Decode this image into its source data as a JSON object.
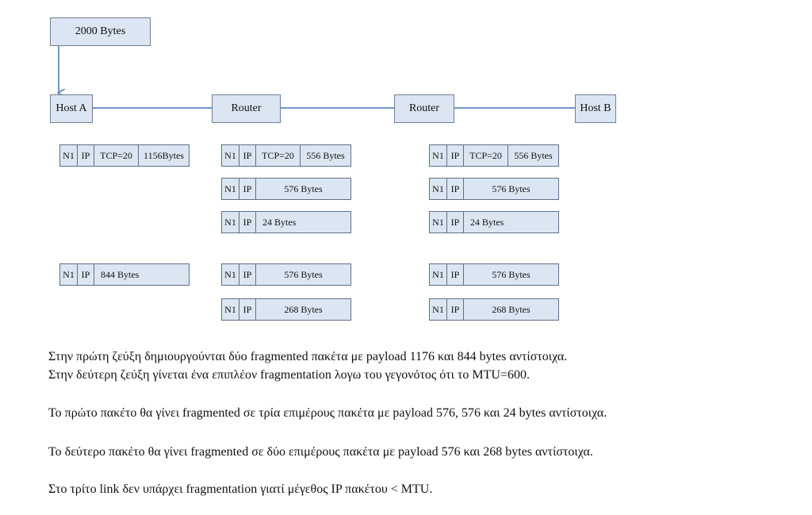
{
  "diagram": {
    "source_label": "2000 Bytes",
    "nodes": [
      "Host A",
      "Router",
      "Router",
      "Host B"
    ]
  },
  "fragments": {
    "col_a": {
      "f1": {
        "n1": "N1",
        "ip": "IP",
        "tcp": "TCP=20",
        "payload": "1156Bytes"
      },
      "f2": {
        "n1": "N1",
        "ip": "IP",
        "payload": "844 Bytes"
      }
    },
    "col_b": {
      "f1": {
        "n1": "N1",
        "ip": "IP",
        "tcp": "TCP=20",
        "payload": "556 Bytes"
      },
      "f2": {
        "n1": "N1",
        "ip": "IP",
        "payload": "576 Bytes"
      },
      "f3": {
        "n1": "N1",
        "ip": "IP",
        "payload": "24 Bytes"
      },
      "f4": {
        "n1": "N1",
        "ip": "IP",
        "payload": "576 Bytes"
      },
      "f5": {
        "n1": "N1",
        "ip": "IP",
        "payload": "268 Bytes"
      }
    },
    "col_c": {
      "f1": {
        "n1": "N1",
        "ip": "IP",
        "tcp": "TCP=20",
        "payload": "556 Bytes"
      },
      "f2": {
        "n1": "N1",
        "ip": "IP",
        "payload": "576 Bytes"
      },
      "f3": {
        "n1": "N1",
        "ip": "IP",
        "payload": "24 Bytes"
      },
      "f4": {
        "n1": "N1",
        "ip": "IP",
        "payload": "576 Bytes"
      },
      "f5": {
        "n1": "N1",
        "ip": "IP",
        "payload": "268 Bytes"
      }
    }
  },
  "explanation": {
    "line1": "Στην πρώτη ζεύξη δημιουργούνται δύο fragmented πακέτα με payload 1176 και 844 bytes αντίστοιχα.",
    "line2": "Στην δεύτερη ζεύξη γίνεται ένα επιπλέον fragmentation λογω του γεγονότος ότι το MTU=600.",
    "line3": "Το πρώτο πακέτο θα γίνει fragmented σε τρία επιμέρους πακέτα με payload 576, 576 και 24 bytes αντίστοιχα.",
    "line4": "Το δεύτερο πακέτο θα γίνει fragmented σε δύο επιμέρους πακέτα με payload 576 και 268 bytes αντίστοιχα.",
    "line5": "Στο τρίτο link δεν υπάρχει fragmentation γιατί μέγεθος IP πακέτου < MTU."
  },
  "colors": {
    "box_fill": "#dce6f2",
    "box_border": "#6f7f96",
    "link": "#7096c4"
  }
}
